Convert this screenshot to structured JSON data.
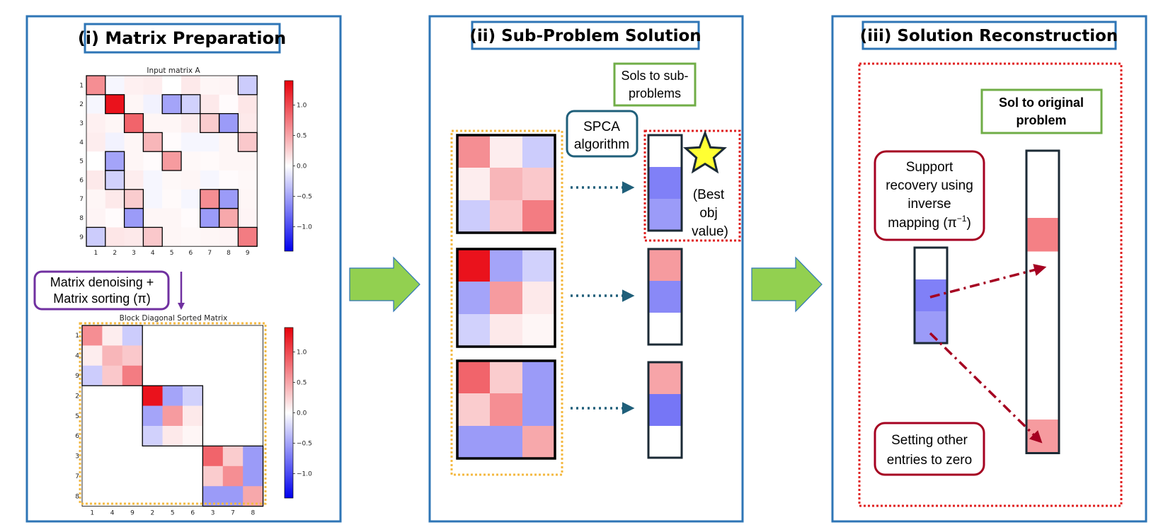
{
  "panels": {
    "p1_title": "(i) Matrix Preparation",
    "p2_title": "(ii) Sub-Problem Solution",
    "p3_title": "(iii) Solution Reconstruction"
  },
  "matrix_a": {
    "title": "Input matrix A",
    "labels": [
      "1",
      "2",
      "3",
      "4",
      "5",
      "6",
      "7",
      "8",
      "9"
    ],
    "values": [
      [
        0.62,
        -0.05,
        0.08,
        0.1,
        0.0,
        0.12,
        0.05,
        0.06,
        -0.28
      ],
      [
        -0.05,
        1.3,
        0.05,
        -0.07,
        -0.5,
        -0.25,
        0.12,
        0.02,
        0.14
      ],
      [
        0.08,
        0.05,
        0.85,
        0.05,
        0.05,
        0.1,
        0.28,
        -0.55,
        0.12
      ],
      [
        0.1,
        -0.07,
        0.05,
        0.4,
        0.02,
        -0.05,
        -0.05,
        0.05,
        0.3
      ],
      [
        0.0,
        -0.5,
        0.05,
        0.02,
        0.55,
        0.04,
        0.03,
        0.05,
        0.05
      ],
      [
        0.12,
        -0.25,
        0.1,
        -0.05,
        0.04,
        0.05,
        -0.05,
        0.02,
        0.04
      ],
      [
        0.05,
        0.12,
        0.28,
        -0.05,
        0.03,
        -0.05,
        0.62,
        -0.55,
        0.05
      ],
      [
        0.06,
        0.02,
        -0.55,
        0.05,
        0.05,
        0.02,
        -0.55,
        0.48,
        0.06
      ],
      [
        -0.28,
        0.14,
        0.12,
        0.3,
        0.05,
        0.04,
        0.05,
        0.06,
        0.72
      ]
    ]
  },
  "matrix_sorted": {
    "title": "Block Diagonal Sorted Matrix",
    "labels": [
      "1",
      "4",
      "9",
      "2",
      "5",
      "6",
      "3",
      "7",
      "8"
    ],
    "values": [
      [
        0.62,
        0.1,
        -0.28,
        0,
        0,
        0,
        0,
        0,
        0
      ],
      [
        0.1,
        0.4,
        0.3,
        0,
        0,
        0,
        0,
        0,
        0
      ],
      [
        -0.28,
        0.3,
        0.72,
        0,
        0,
        0,
        0,
        0,
        0
      ],
      [
        0,
        0,
        0,
        1.3,
        -0.5,
        -0.25,
        0,
        0,
        0
      ],
      [
        0,
        0,
        0,
        -0.5,
        0.55,
        0.12,
        0,
        0,
        0
      ],
      [
        0,
        0,
        0,
        -0.25,
        0.12,
        0.05,
        0,
        0,
        0
      ],
      [
        0,
        0,
        0,
        0,
        0,
        0,
        0.85,
        0.28,
        -0.55
      ],
      [
        0,
        0,
        0,
        0,
        0,
        0,
        0.28,
        0.62,
        -0.55
      ],
      [
        0,
        0,
        0,
        0,
        0,
        0,
        -0.55,
        -0.55,
        0.48
      ]
    ]
  },
  "colorbar_ticks": [
    "1.0",
    "0.5",
    "0.0",
    "−0.5",
    "−1.0"
  ],
  "labels": {
    "denoise_line1": "Matrix denoising +",
    "denoise_line2": "Matrix sorting (π)",
    "sols_line1": "Sols to sub-",
    "sols_line2": "problems",
    "spca_line1": "SPCA",
    "spca_line2": "algorithm",
    "best_line1": "(Best",
    "best_line2": "obj",
    "best_line3": "value)",
    "orig_line1": "Sol to original",
    "orig_line2": "problem",
    "support_line1": "Support",
    "support_line2": "recovery using",
    "support_line3": "inverse",
    "support_line4": "mapping (π",
    "support_sup": "−1",
    "support_end": ")",
    "setting_line1": "Setting other",
    "setting_line2": "entries to zero"
  },
  "blocks": [
    [
      [
        0.62,
        0.1,
        -0.28
      ],
      [
        0.1,
        0.4,
        0.3
      ],
      [
        -0.28,
        0.3,
        0.72
      ]
    ],
    [
      [
        1.3,
        -0.5,
        -0.25
      ],
      [
        -0.5,
        0.55,
        0.12
      ],
      [
        -0.25,
        0.12,
        0.05
      ]
    ],
    [
      [
        0.85,
        0.28,
        -0.55
      ],
      [
        0.28,
        0.62,
        -0.55
      ],
      [
        -0.55,
        -0.55,
        0.48
      ]
    ]
  ],
  "sub_solutions": [
    [
      0.0,
      -0.7,
      -0.55
    ],
    [
      0.55,
      -0.65,
      0.0
    ],
    [
      0.5,
      -0.75,
      0.0
    ]
  ],
  "small_solution": [
    0.0,
    -0.7,
    -0.55
  ],
  "original_solution": [
    0,
    0,
    0.7,
    0,
    0,
    0,
    0,
    0,
    0.55
  ],
  "colors": {
    "panel_border": "#2E75B6",
    "green_arrow": "#92D050",
    "purple": "#7030A0",
    "teal": "#1F5F7A",
    "red_dark": "#A50021",
    "orange_dots": "#F4B942",
    "red_dots": "#E02020",
    "green_box": "#70AD47",
    "star": "#FFFF33"
  }
}
